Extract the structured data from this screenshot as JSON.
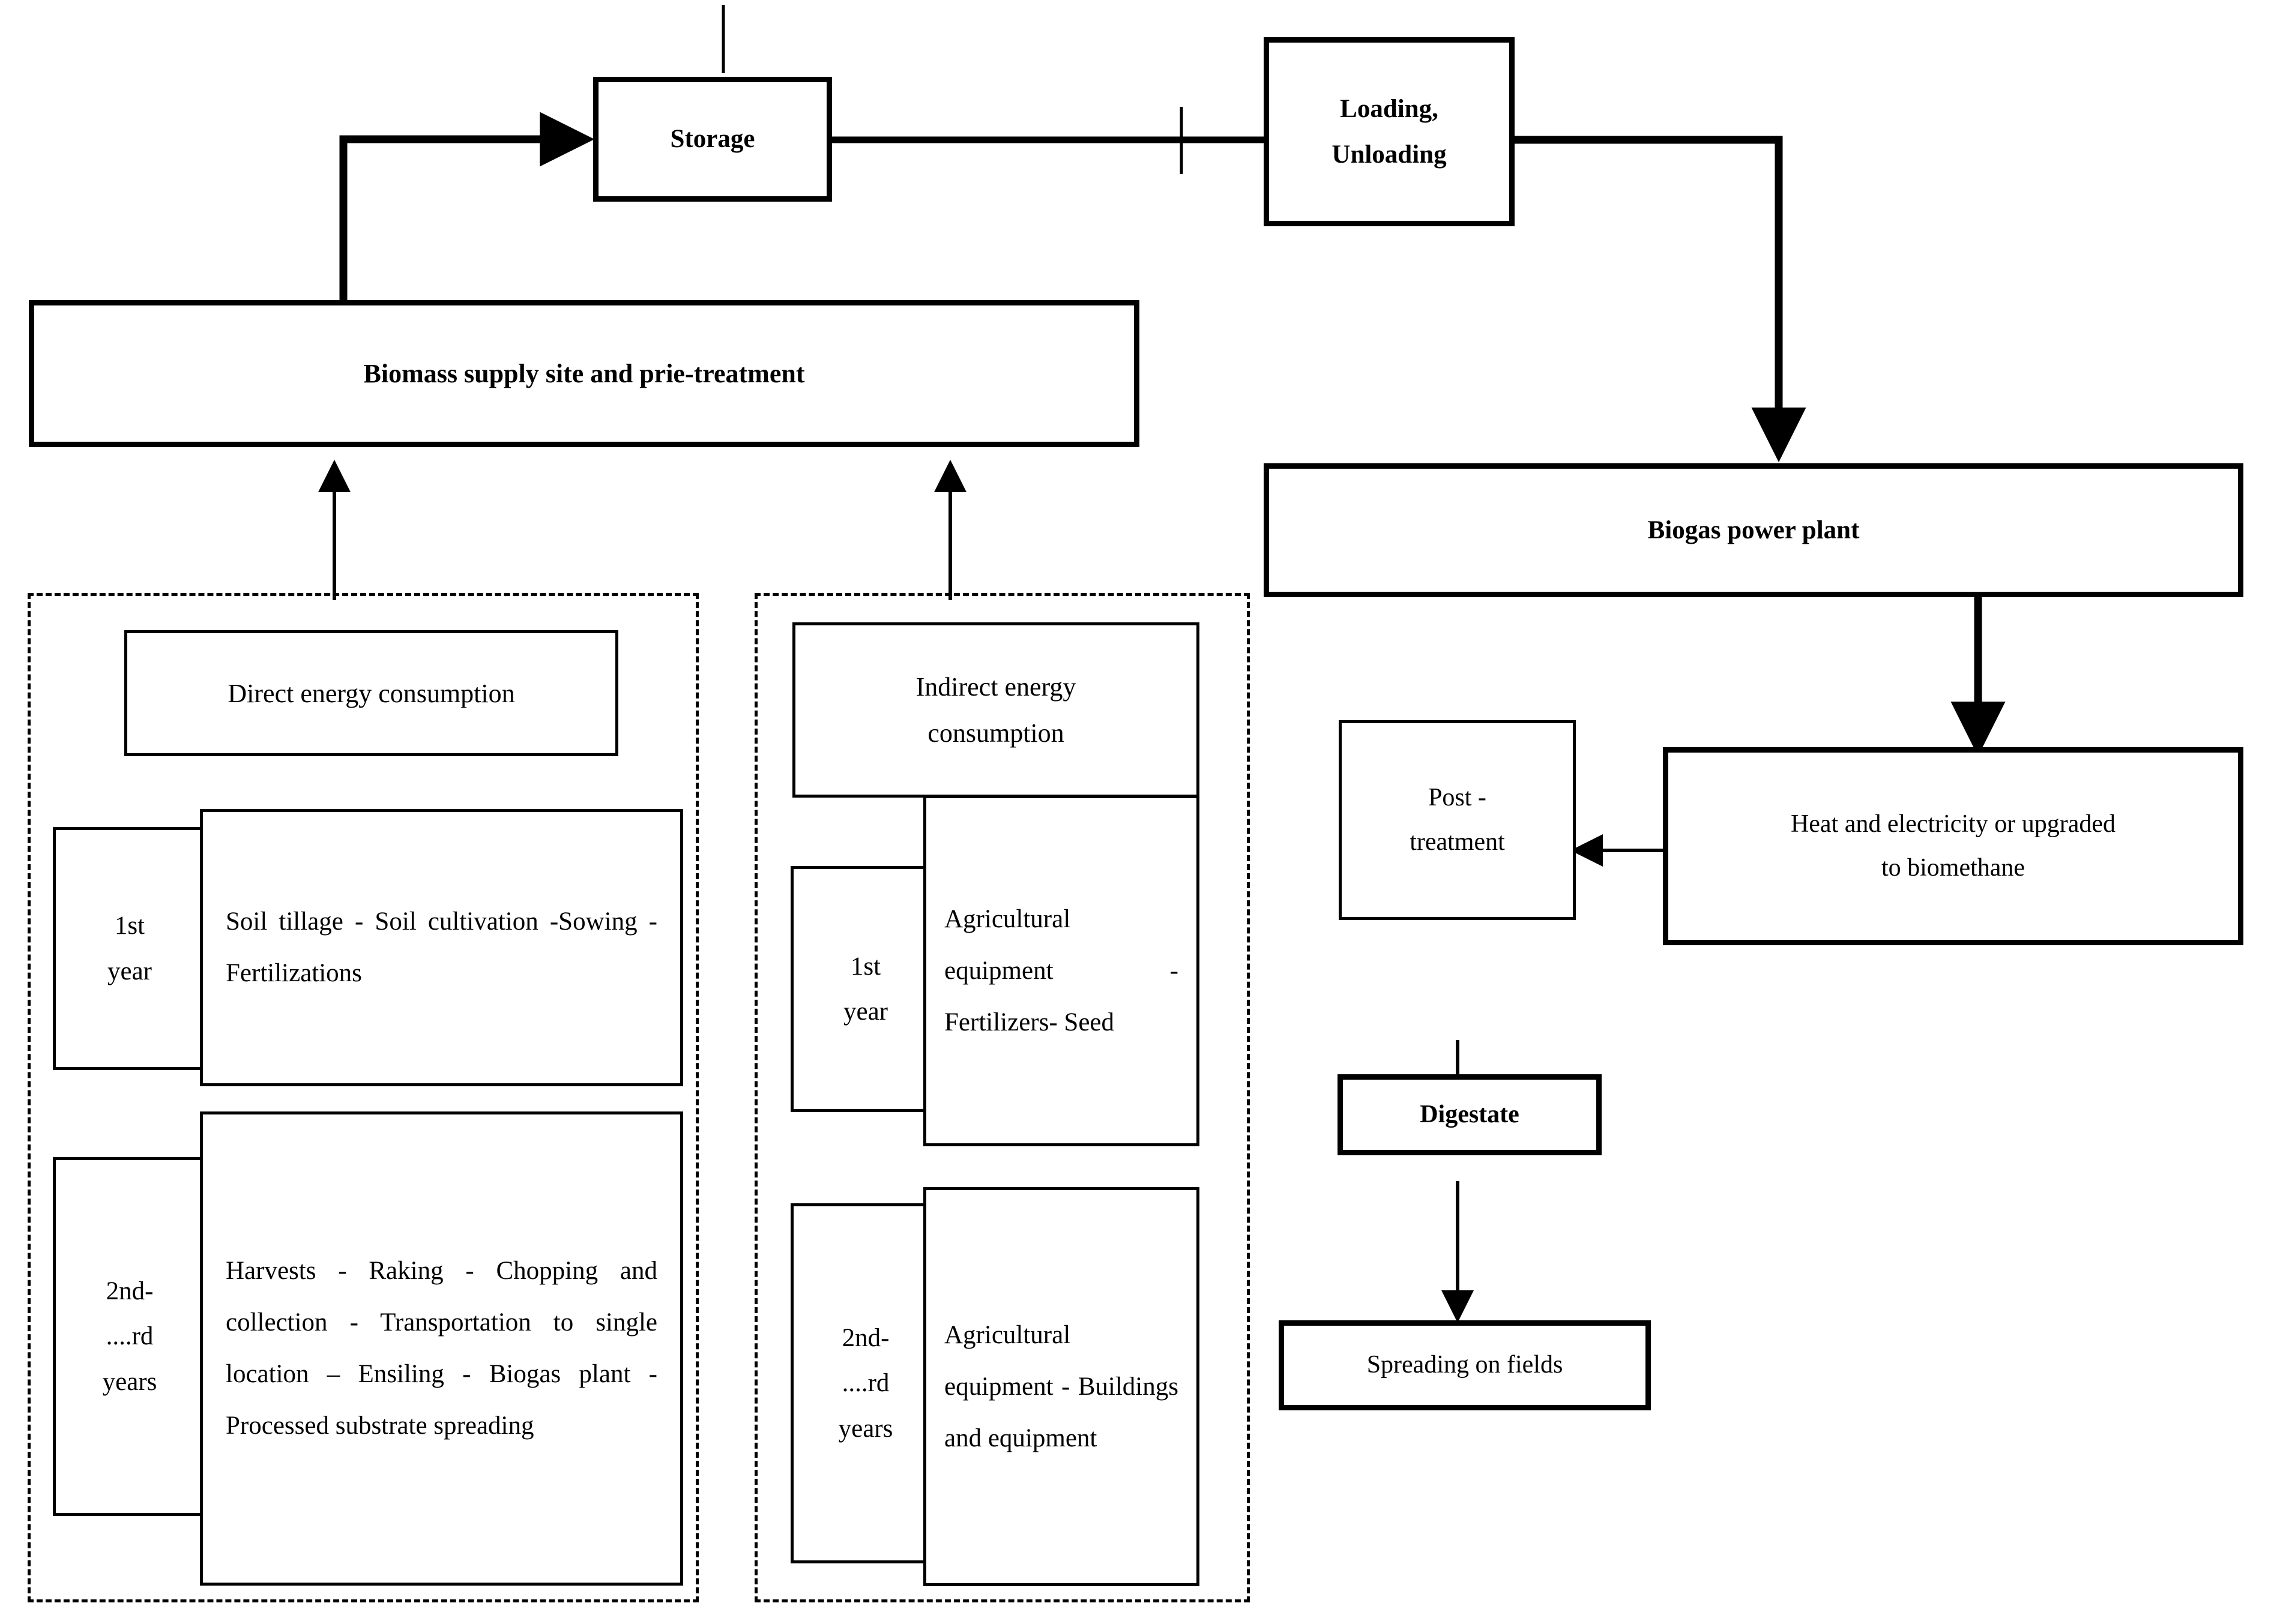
{
  "diagram": {
    "title_nodes": {
      "storage": "Storage",
      "loading_unloading_line1": "Loading,",
      "loading_unloading_line2": "Unloading",
      "biomass_supply": "Biomass supply site and prie-treatment",
      "biogas_power_plant": "Biogas power plant",
      "heat_electricity_line1": "Heat and electricity or upgraded",
      "heat_electricity_line2": "to biomethane",
      "post_treatment_line1": "Post -",
      "post_treatment_line2": "treatment",
      "digestate": "Digestate",
      "spreading_on_fields": "Spreading on fields"
    },
    "direct_group": {
      "header": "Direct energy consumption",
      "rows": [
        {
          "year_line1": "1st",
          "year_line2": "year",
          "activities": "Soil tillage - Soil cultivation -Sowing - Fertilizations"
        },
        {
          "year_line1": "2nd-",
          "year_line2": "....rd",
          "year_line3": "years",
          "activities": "Harvests - Raking - Chopping and collection - Transportation to single location – Ensiling - Biogas plant - Processed substrate spreading"
        }
      ]
    },
    "indirect_group": {
      "header_line1": "Indirect energy",
      "header_line2": "consumption",
      "rows": [
        {
          "year_line1": "1st",
          "year_line2": "year",
          "activities": "Agricultural equipment - Fertilizers- Seed"
        },
        {
          "year_line1": "2nd-",
          "year_line2": "....rd",
          "year_line3": "years",
          "activities": "Agricultural equipment - Buildings and equipment"
        }
      ]
    },
    "colors": {
      "stroke": "#000000",
      "background": "#ffffff"
    }
  }
}
